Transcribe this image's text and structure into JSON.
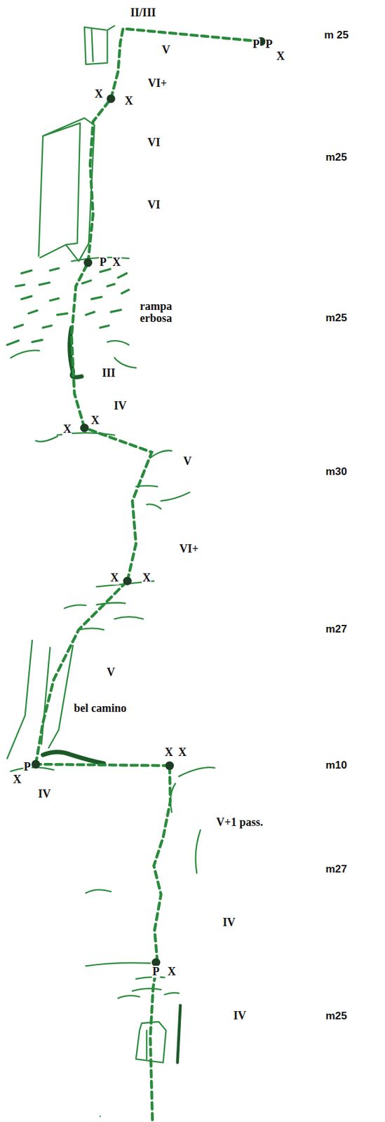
{
  "diagram": {
    "labels": [
      "II/III",
      "P",
      "P",
      "m 25",
      "X",
      "V",
      "VI+",
      "X",
      "X",
      "VI",
      "m25",
      "VI",
      "P",
      "X",
      "rampa erbosa",
      "m25",
      "III",
      "IV",
      "X",
      "X",
      "V",
      "m30",
      "VI+",
      "X",
      "X",
      "m27",
      "V",
      "bel camino",
      "P",
      "X",
      "X",
      "X",
      "m10",
      "IV",
      "V+1 pass.",
      "m27",
      "IV",
      "P",
      "X",
      "m25",
      "IV"
    ]
  }
}
